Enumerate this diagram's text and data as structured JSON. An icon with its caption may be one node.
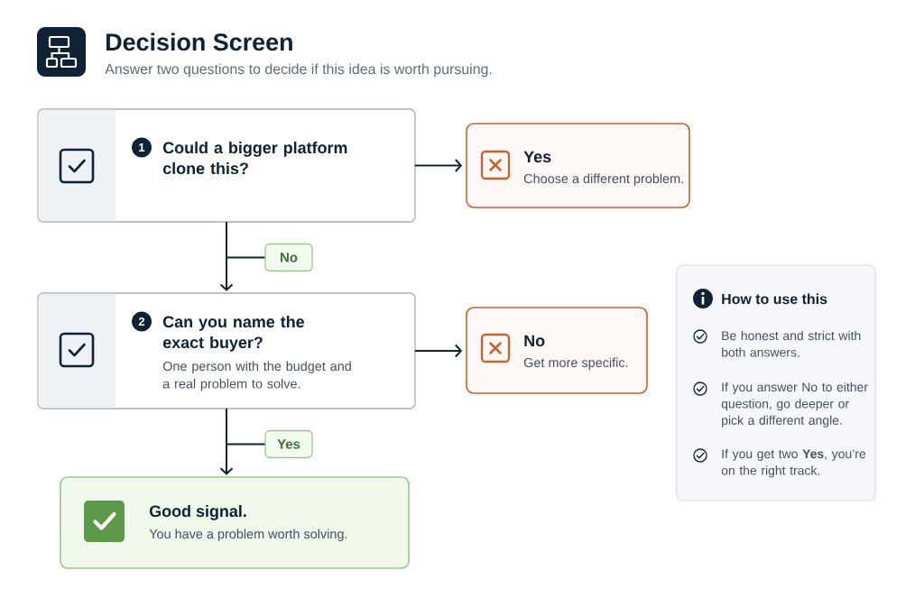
{
  "diagram": {
    "title": "Decision Screen",
    "nodes": [
      {
        "text": [
          "1",
          "Could a bigger platform clone this?"
        ]
      },
      {
        "text": [
          "Yes",
          "Choose a different problem."
        ]
      },
      {
        "text": [
          "2",
          "Can you name the exact buyer?",
          "One person with the budget and a real problem to solve."
        ]
      },
      {
        "text": [
          "No",
          "Get more specific."
        ]
      },
      {
        "text": [
          "Good signal.",
          "You have a problem worth solving."
        ]
      },
      {
        "text": [
          "How to use this",
          "Be honest and strict with both answers.",
          "If you answer No to either question, go deeper or pick a different angle.",
          "If you get two **Yes**, you’re on the right track."
        ]
      }
    ],
    "edges": [
      {
        "from": 0,
        "to": 1,
        "arrow": "to"
      },
      {
        "from": 0,
        "to": 2,
        "arrow": "to",
        "label": "No"
      },
      {
        "from": 2,
        "to": 3,
        "arrow": "to"
      },
      {
        "from": 2,
        "to": 4,
        "arrow": "to",
        "label": "Yes"
      }
    ],
    "labels": [
      "Answer two questions to decide if this idea is worth pursuing."
    ]
  }
}
